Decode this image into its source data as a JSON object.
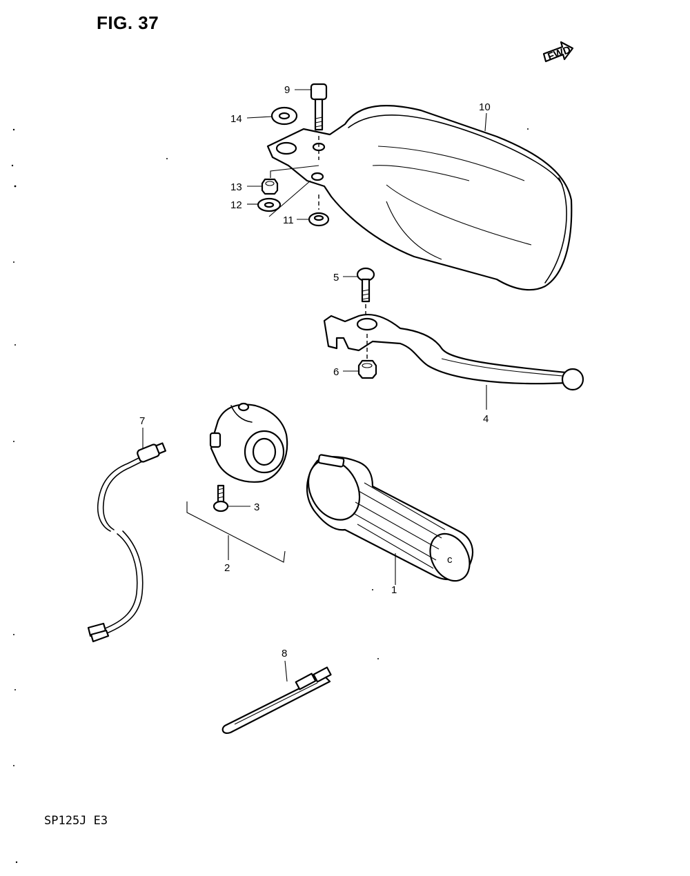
{
  "figure": {
    "title": "FIG. 37"
  },
  "direction_badge": {
    "label": "FWD"
  },
  "footer": {
    "model_code": "SP125J  E3"
  },
  "callouts": [
    "1",
    "2",
    "3",
    "4",
    "5",
    "6",
    "7",
    "8",
    "9",
    "10",
    "11",
    "12",
    "13",
    "14"
  ]
}
